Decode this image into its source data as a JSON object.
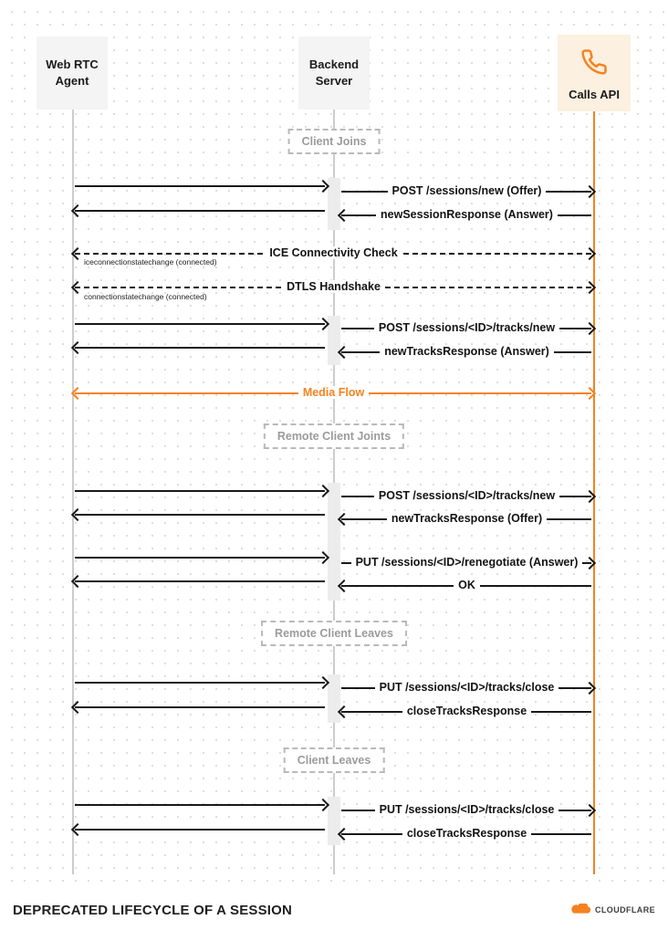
{
  "actors": {
    "webrtc": {
      "line1": "Web RTC",
      "line2": "Agent"
    },
    "backend": {
      "line1": "Backend",
      "line2": "Server"
    },
    "calls": {
      "label": "Calls API"
    }
  },
  "sections": {
    "client_joins": "Client Joins",
    "remote_client_joins": "Remote Client Joints",
    "remote_client_leaves": "Remote Client Leaves",
    "client_leaves": "Client Leaves"
  },
  "messages": {
    "post_sessions_new": "POST /sessions/new (Offer)",
    "new_session_response": "newSessionResponse (Answer)",
    "ice_connectivity_check": "ICE Connectivity Check",
    "ice_note": "iceconnectionstatechange (connected)",
    "dtls_handshake": "DTLS Handshake",
    "dtls_note": "connectionstatechange (connected)",
    "post_tracks_new": "POST /sessions/<ID>/tracks/new",
    "new_tracks_response_answer": "newTracksResponse (Answer)",
    "media_flow": "Media Flow",
    "post_tracks_new_2": "POST /sessions/<ID>/tracks/new",
    "new_tracks_response_offer": "newTracksResponse (Offer)",
    "put_renegotiate": "PUT /sessions/<ID>/renegotiate (Answer)",
    "ok": "OK",
    "put_tracks_close": "PUT /sessions/<ID>/tracks/close",
    "close_tracks_response": "closeTracksResponse",
    "put_tracks_close_2": "PUT /sessions/<ID>/tracks/close",
    "close_tracks_response_2": "closeTracksResponse"
  },
  "footer": {
    "title": "DEPRECATED LIFECYCLE OF A SESSION",
    "brand": "CLOUDFLARE"
  },
  "colors": {
    "accent": "#f6821f",
    "arrow": "#191919",
    "lifeline": "#cccccc"
  }
}
